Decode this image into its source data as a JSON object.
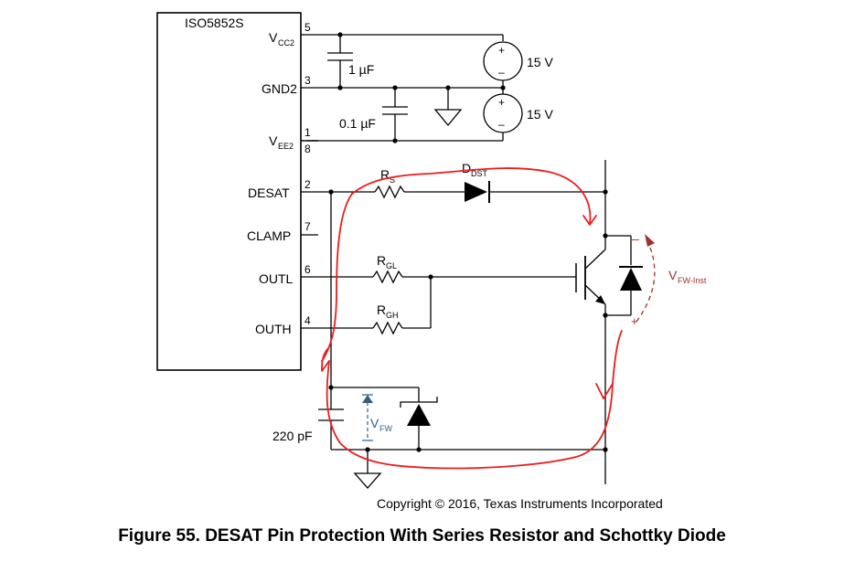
{
  "figure": {
    "caption": "Figure 55.  DESAT Pin Protection With Series Resistor and Schottky Diode",
    "copyright": "Copyright © 2016, Texas Instruments Incorporated"
  },
  "ic": {
    "name": "ISO5852S",
    "pins": [
      {
        "label": "V",
        "sub": "CC2",
        "number": "5"
      },
      {
        "label": "GND2",
        "sub": "",
        "number": "3"
      },
      {
        "label": "V",
        "sub": "EE2",
        "number": "1"
      },
      {
        "label": "",
        "sub": "",
        "number": "8"
      },
      {
        "label": "DESAT",
        "sub": "",
        "number": "2"
      },
      {
        "label": "CLAMP",
        "sub": "",
        "number": "7"
      },
      {
        "label": "OUTL",
        "sub": "",
        "number": "6"
      },
      {
        "label": "OUTH",
        "sub": "",
        "number": "4"
      }
    ]
  },
  "components": {
    "c1": "1 µF",
    "c2": "0.1 µF",
    "c3": "220 pF",
    "v1": "15 V",
    "v2": "15 V",
    "rs": {
      "label": "R",
      "sub": "S"
    },
    "dst": {
      "label": "D",
      "sub": "DST"
    },
    "rgl": {
      "label": "R",
      "sub": "GL"
    },
    "rgh": {
      "label": "R",
      "sub": "GH"
    },
    "vfw": {
      "label": "V",
      "sub": "FW"
    },
    "vfw_inst": {
      "label": "V",
      "sub": "FW-Inst"
    },
    "plus": "+",
    "minus": "–"
  },
  "colors": {
    "current_path": "#ee1c1c",
    "vfw_arrow": "#2e5f86",
    "vfw_inst_arrow": "#a0302e"
  }
}
